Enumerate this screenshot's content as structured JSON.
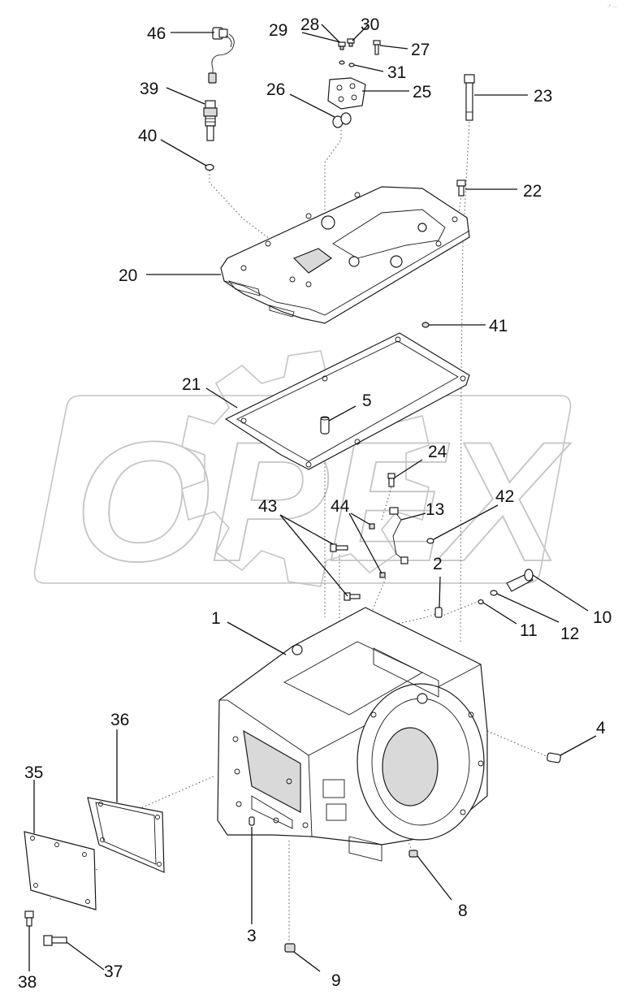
{
  "watermark": {
    "text": "OPEX"
  },
  "corner_mark": "·° ···",
  "callouts": [
    {
      "id": "c1",
      "text": "1"
    },
    {
      "id": "c2",
      "text": "2"
    },
    {
      "id": "c3",
      "text": "3"
    },
    {
      "id": "c4",
      "text": "4"
    },
    {
      "id": "c5",
      "text": "5"
    },
    {
      "id": "c8",
      "text": "8"
    },
    {
      "id": "c9",
      "text": "9"
    },
    {
      "id": "c10",
      "text": "10"
    },
    {
      "id": "c11",
      "text": "11"
    },
    {
      "id": "c12",
      "text": "12"
    },
    {
      "id": "c13",
      "text": "13"
    },
    {
      "id": "c20",
      "text": "20"
    },
    {
      "id": "c21",
      "text": "21"
    },
    {
      "id": "c22",
      "text": "22"
    },
    {
      "id": "c23",
      "text": "23"
    },
    {
      "id": "c24",
      "text": "24"
    },
    {
      "id": "c25",
      "text": "25"
    },
    {
      "id": "c26",
      "text": "26"
    },
    {
      "id": "c27",
      "text": "27"
    },
    {
      "id": "c28",
      "text": "28"
    },
    {
      "id": "c29",
      "text": "29"
    },
    {
      "id": "c30",
      "text": "30"
    },
    {
      "id": "c31",
      "text": "31"
    },
    {
      "id": "c35",
      "text": "35"
    },
    {
      "id": "c36",
      "text": "36"
    },
    {
      "id": "c37",
      "text": "37"
    },
    {
      "id": "c38",
      "text": "38"
    },
    {
      "id": "c39",
      "text": "39"
    },
    {
      "id": "c40",
      "text": "40"
    },
    {
      "id": "c41",
      "text": "41"
    },
    {
      "id": "c42",
      "text": "42"
    },
    {
      "id": "c43",
      "text": "43"
    },
    {
      "id": "c44",
      "text": "44"
    },
    {
      "id": "c46",
      "text": "46"
    }
  ]
}
